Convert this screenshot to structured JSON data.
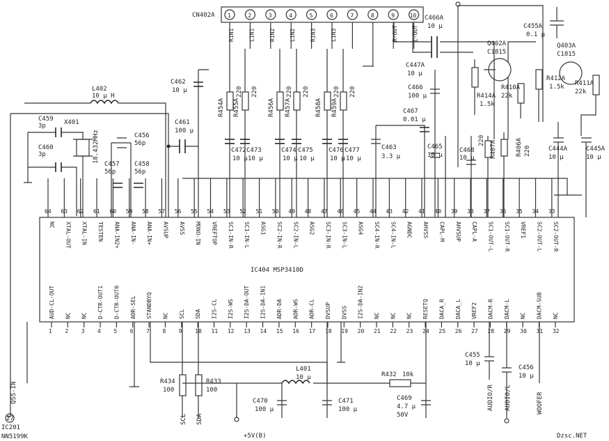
{
  "connector": {
    "name": "CN402A",
    "pins": [
      "1",
      "2",
      "3",
      "4",
      "5",
      "6",
      "7",
      "8",
      "9",
      "10"
    ],
    "pin_labels": [
      "R1N1",
      "L1N1",
      "R1N2",
      "L1N2",
      "R1N3",
      "L1N3",
      "R-OUT",
      "L-OUT"
    ]
  },
  "ic_main": {
    "name": "IC404 MSP3410D",
    "top_pin_numbers": [
      "64",
      "63",
      "62",
      "61",
      "60",
      "59",
      "58",
      "57",
      "56",
      "55",
      "54",
      "53",
      "52",
      "51",
      "50",
      "49",
      "48",
      "47",
      "46",
      "45",
      "44",
      "43",
      "42",
      "41",
      "40",
      "39",
      "38",
      "37",
      "36",
      "35",
      "34",
      "33"
    ],
    "top_pin_names": [
      "NC",
      "XTAL-OUT",
      "XTAL-IN",
      "TESTEN",
      "ANA-IN2+",
      "ANA-IN-",
      "ANA-IN+",
      "AVSUP",
      "AVSS",
      "MONO-IN",
      "VREFTOP",
      "SC1-IN-R",
      "SC1-IN-L",
      "ASG1",
      "SC2-IN-R",
      "SC2-IN-L",
      "ASG2",
      "SC3-IN-R",
      "SC3-IN-L",
      "ASG4",
      "SC4-IN-R",
      "SC4-IN-L",
      "AGNDC",
      "AHVSS",
      "CAPL-M",
      "AHVSUP",
      "CAPL-A",
      "SC1-OUT-L",
      "SC1-OUT-R",
      "VREF1",
      "SC2-OUT-L",
      "SC2-OUT-R"
    ],
    "bottom_pin_numbers": [
      "1",
      "2",
      "3",
      "4",
      "5",
      "6",
      "7",
      "8",
      "9",
      "10",
      "11",
      "12",
      "13",
      "14",
      "15",
      "16",
      "17",
      "18",
      "19",
      "20",
      "21",
      "22",
      "23",
      "24",
      "25",
      "26",
      "27",
      "28",
      "29",
      "30",
      "31",
      "32"
    ],
    "bottom_pin_names": [
      "AUD-CL-OUT",
      "NC",
      "NC",
      "D-CTR-OUT1",
      "D-CTR-OUT0",
      "ADR-SEL",
      "STANDBYQ",
      "NC",
      "SCL",
      "SDA",
      "I2S-CL",
      "I2S-WS",
      "I2S-DA-OUT",
      "I2S-DA-IN1",
      "ADR-DA",
      "ADR-WS",
      "ADR-CL",
      "DVSUP",
      "DVSS",
      "I2S-DA-IN2",
      "NC",
      "NC",
      "NC",
      "RESETQ",
      "DACA_R",
      "DACA_L",
      "VREF2",
      "DACM-R",
      "DACM-L",
      "NC",
      "DACM-SUB",
      "NC"
    ]
  },
  "ic_small": {
    "number": "27",
    "name": "IC201",
    "part": "NN5199K",
    "signal": "QSS-IN"
  },
  "supply": {
    "label": "+5V(B)"
  },
  "inductors": {
    "l402": [
      "L402",
      "10 μ H"
    ],
    "l401": [
      "L401",
      "10 μ"
    ]
  },
  "crystal": {
    "ref": "X401",
    "freq": "18.432MHz"
  },
  "caps": {
    "c459": [
      "C459",
      "3p"
    ],
    "c460": [
      "C460",
      "3p"
    ],
    "c456": [
      "C456",
      "56p"
    ],
    "c457": [
      "C457",
      "56p"
    ],
    "c458": [
      "C458",
      "56p"
    ],
    "c461": [
      "C461",
      "100 μ"
    ],
    "c462": [
      "C462",
      "10 μ"
    ],
    "c472": [
      "C472",
      "10 μ"
    ],
    "c473": [
      "C473",
      "10 μ"
    ],
    "c474": [
      "C474",
      "10 μ"
    ],
    "c475": [
      "C475",
      "10 μ"
    ],
    "c476": [
      "C476",
      "10 μ"
    ],
    "c477": [
      "C477",
      "10 μ"
    ],
    "c463": [
      "C463",
      "3.3 μ"
    ],
    "c467": [
      "C467",
      "0.01 μ"
    ],
    "c466": [
      "C466",
      "100 μ"
    ],
    "c465": [
      "C465",
      "10 μ"
    ],
    "c468": [
      "C468",
      "10 μ"
    ],
    "c466a": [
      "C466A",
      "10 μ"
    ],
    "c447a": [
      "C447A",
      "10 μ"
    ],
    "c455a": [
      "C455A",
      "0.1 μ"
    ],
    "c444a": [
      "C444A",
      "10 μ"
    ],
    "c445a": [
      "C445A",
      "10 μ"
    ],
    "c455": [
      "C455",
      "10 μ"
    ],
    "c456b": [
      "C456",
      "10 μ"
    ],
    "c470": [
      "C470",
      "100 μ"
    ],
    "c471": [
      "C471",
      "100 μ"
    ],
    "c469": [
      "C469",
      "4.7 μ",
      "50V"
    ]
  },
  "resistors": {
    "r454a": [
      "R454A",
      "220"
    ],
    "r455a": [
      "R455A",
      "220"
    ],
    "r456a": [
      "R456A",
      "220"
    ],
    "r457a": [
      "R457A",
      "220"
    ],
    "r458a": [
      "R458A",
      "220"
    ],
    "r459a": [
      "R459A",
      "220"
    ],
    "r414a": [
      "R414A",
      "1.5k"
    ],
    "r410a": [
      "R410A",
      "22k"
    ],
    "r412a": [
      "R412A",
      "1.5k"
    ],
    "r411a": [
      "R411A",
      "22k"
    ],
    "r407a": [
      "R407A",
      "220"
    ],
    "r406a": [
      "R406A",
      "220"
    ],
    "r434": [
      "R434",
      "100"
    ],
    "r433": [
      "R433",
      "100"
    ],
    "r432": [
      "R432",
      "10k"
    ]
  },
  "transistors": {
    "q402": [
      "Q402A",
      "C1815"
    ],
    "q403": [
      "Q403A",
      "C1815"
    ]
  },
  "signals": {
    "scl": "SCL",
    "sda": "SDA",
    "audio_r": "AUDIO/R",
    "audio_l": "AUDIO/L",
    "woofer": "WOOFER"
  },
  "watermark": "Dzsc.NET"
}
